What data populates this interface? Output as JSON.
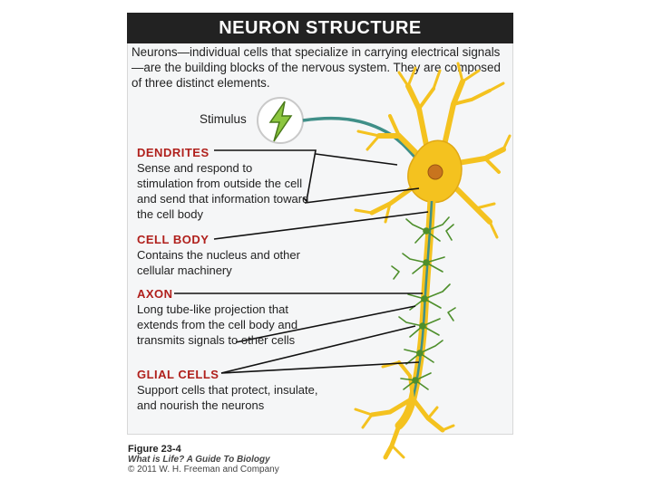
{
  "title": "NEURON STRUCTURE",
  "intro": "Neurons—individual cells that specialize in carrying electrical signals—are the building blocks of the nervous system. They are composed of three distinct elements.",
  "stimulus_label": "Stimulus",
  "labels": {
    "dendrites": {
      "heading": "DENDRITES",
      "text": "Sense and respond to stimulation from outside the cell and send that information toward the cell body"
    },
    "cell_body": {
      "heading": "CELL BODY",
      "text": "Contains the nucleus and other cellular machinery"
    },
    "axon": {
      "heading": "AXON",
      "text": "Long tube-like projection that extends from the cell body and transmits signals to other cells"
    },
    "glial": {
      "heading": "GLIAL CELLS",
      "text": "Support cells that protect, insulate, and nourish the neurons"
    }
  },
  "caption": {
    "figure": "Figure 23-4",
    "book": "What is Life? A Guide To Biology",
    "copyright": "© 2011 W. H. Freeman and Company"
  },
  "colors": {
    "neuron": "#f4c21f",
    "neuron_outline": "#e0a814",
    "stimulus_nerve": "#3f8f88",
    "glial": "#4e8f2c",
    "label_heading": "#b0201c",
    "title_bar": "#222222"
  },
  "icons": {
    "stimulus": "lightning-bolt-icon"
  }
}
